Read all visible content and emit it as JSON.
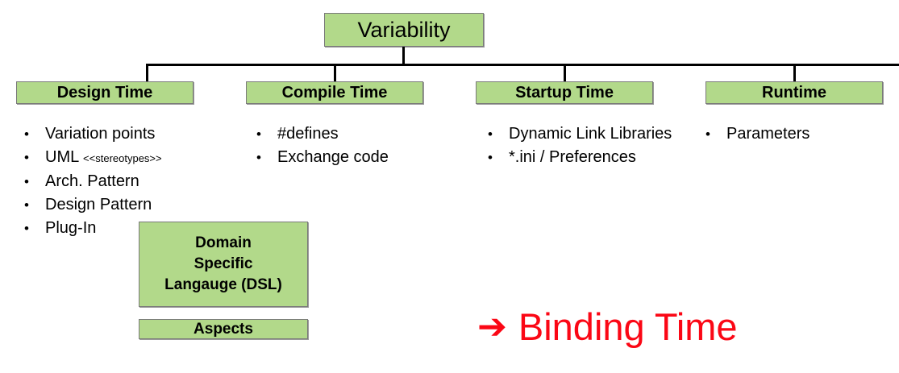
{
  "diagram": {
    "root": {
      "label": "Variability"
    },
    "columns": [
      {
        "key": "design",
        "title": "Design Time",
        "items": [
          {
            "text": "Variation points",
            "tag": ""
          },
          {
            "text": "UML ",
            "tag": "<<stereotypes>>"
          },
          {
            "text": "Arch. Pattern",
            "tag": ""
          },
          {
            "text": "Design Pattern",
            "tag": ""
          },
          {
            "text": "Plug-In",
            "tag": ""
          }
        ]
      },
      {
        "key": "compile",
        "title": "Compile Time",
        "items": [
          {
            "text": "#defines",
            "tag": ""
          },
          {
            "text": "Exchange code",
            "tag": ""
          }
        ]
      },
      {
        "key": "startup",
        "title": "Startup Time",
        "items": [
          {
            "text": "Dynamic Link Libraries",
            "tag": ""
          },
          {
            "text": "*.ini / Preferences",
            "tag": ""
          }
        ]
      },
      {
        "key": "runtime",
        "title": "Runtime",
        "items": [
          {
            "text": "Parameters",
            "tag": ""
          }
        ]
      }
    ],
    "extra_boxes": {
      "dsl": {
        "line1": "Domain",
        "line2": "Specific",
        "line3": "Langauge (DSL)"
      },
      "aspects": {
        "label": "Aspects"
      }
    },
    "callout": {
      "arrow": "➔",
      "label": "Binding Time"
    },
    "bullet_glyph": "•",
    "colors": {
      "box_fill": "#b2d98a",
      "box_border": "#7a7a7a",
      "connector": "#000000",
      "callout_red": "#fb0715",
      "text": "#000000"
    }
  }
}
